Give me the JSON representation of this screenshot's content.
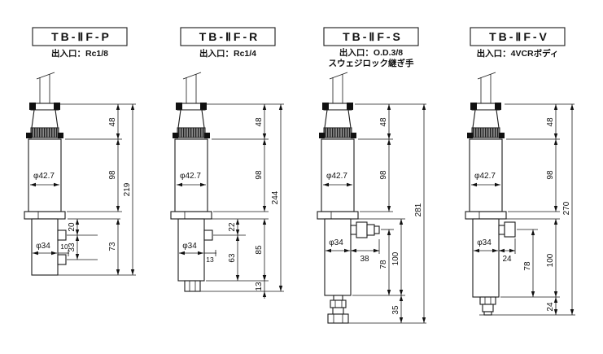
{
  "diagram": {
    "background": "#ffffff",
    "line_color": "#1a1a1a"
  },
  "panels": [
    {
      "model": "TB-ⅡF-P",
      "port_spec": "出入口：Rc1/8",
      "dims": {
        "connector_h": "48",
        "body_h": "98",
        "total_h": "219",
        "body_dia": "φ42.7",
        "lower_dia": "φ34",
        "port_offset": "20",
        "port_pitch": "33",
        "lower_h": "73",
        "port_protrusion": "10"
      }
    },
    {
      "model": "TB-ⅡF-R",
      "port_spec": "出入口：Rc1/4",
      "dims": {
        "connector_h": "48",
        "body_h": "98",
        "total_h": "244",
        "body_dia": "φ42.7",
        "lower_dia": "φ34",
        "port_offset": "22",
        "port_to_bottom": "63",
        "lower_h": "85",
        "bottom_fitting_h": "13",
        "port_protrusion": "13"
      }
    },
    {
      "model": "TB-ⅡF-S",
      "port_spec": "出入口：O.D.3/8",
      "port_spec2": "スウェジロック継ぎ手",
      "dims": {
        "connector_h": "48",
        "body_h": "98",
        "total_h": "281",
        "body_dia": "φ42.7",
        "lower_dia": "φ34",
        "fitting_protrusion": "38",
        "fitting_to_bottom": "78",
        "lower_h": "100",
        "bottom_fitting_h": "35"
      }
    },
    {
      "model": "TB-ⅡF-V",
      "port_spec": "出入口：4VCRボディ",
      "dims": {
        "connector_h": "48",
        "body_h": "98",
        "total_h": "270",
        "body_dia": "φ42.7",
        "lower_dia": "φ34",
        "fitting_protrusion": "24",
        "fitting_to_bottom": "78",
        "lower_h": "100",
        "bottom_fitting_h": "24"
      }
    }
  ]
}
